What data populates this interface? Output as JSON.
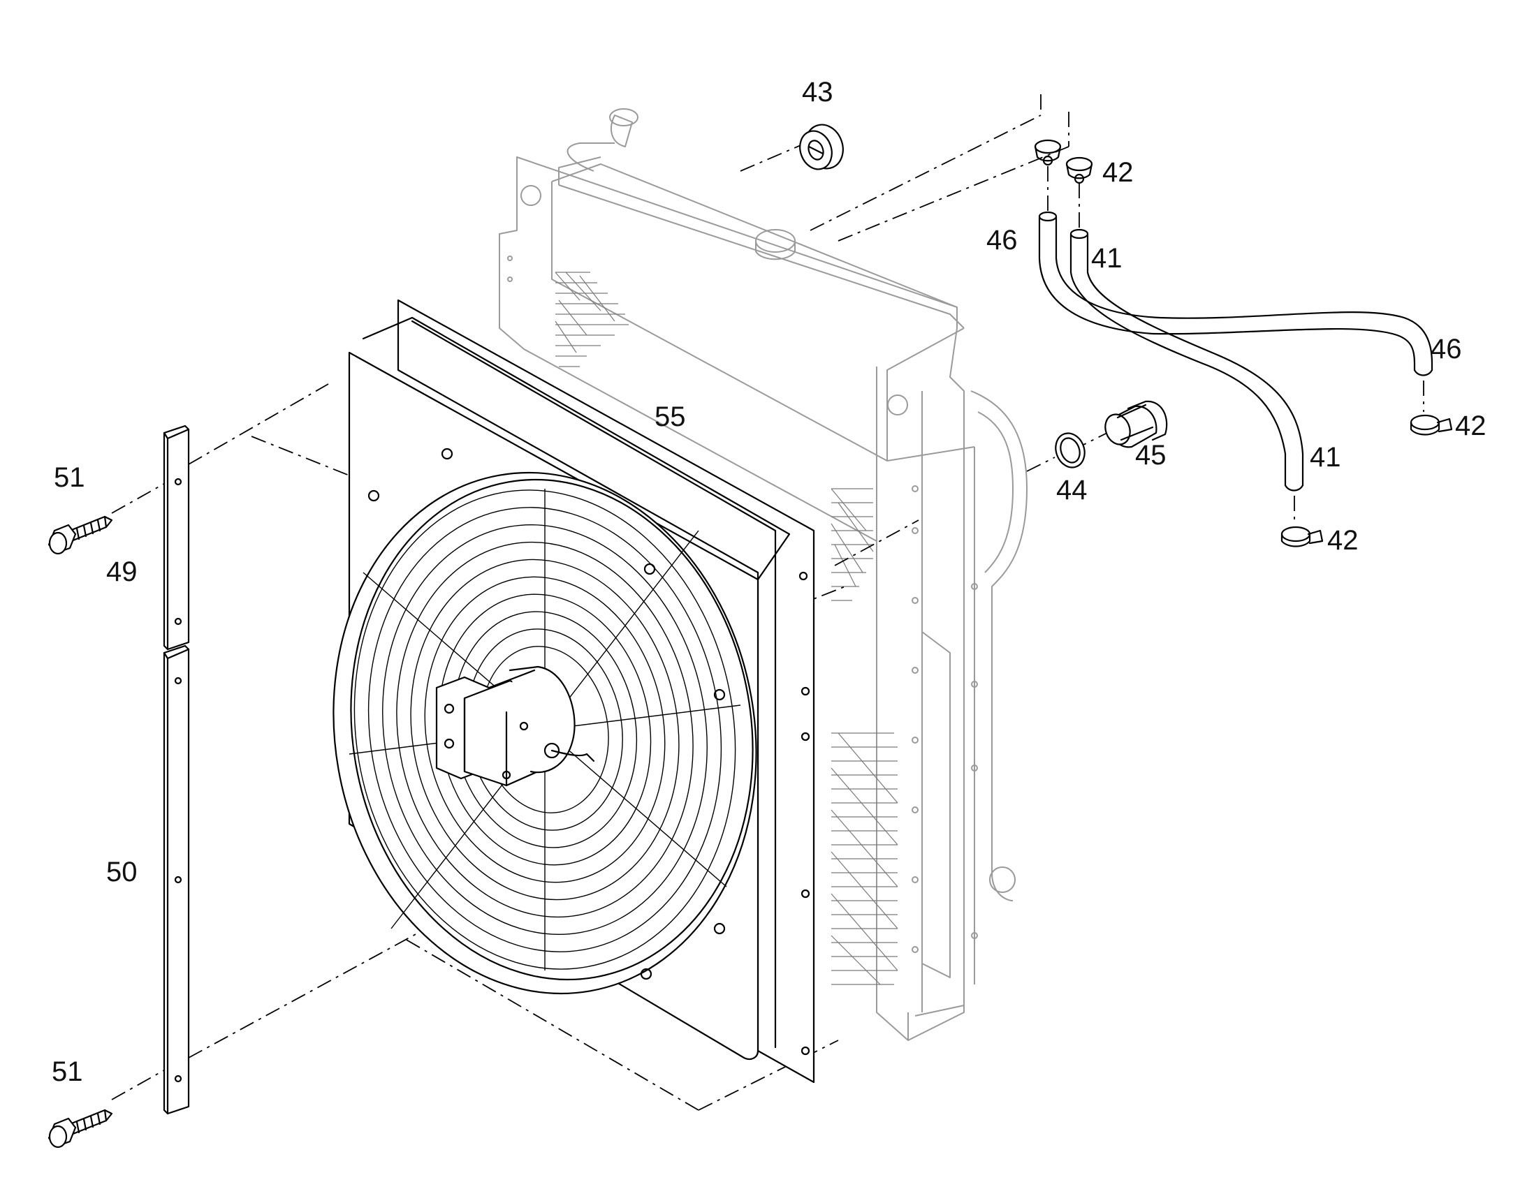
{
  "diagram": {
    "callouts": [
      {
        "id": "c43",
        "text": "43"
      },
      {
        "id": "c42a",
        "text": "42"
      },
      {
        "id": "c46a",
        "text": "46"
      },
      {
        "id": "c41a",
        "text": "41"
      },
      {
        "id": "c46b",
        "text": "46"
      },
      {
        "id": "c42b",
        "text": "42"
      },
      {
        "id": "c55",
        "text": "55"
      },
      {
        "id": "c45",
        "text": "45"
      },
      {
        "id": "c44",
        "text": "44"
      },
      {
        "id": "c41b",
        "text": "41"
      },
      {
        "id": "c42c",
        "text": "42"
      },
      {
        "id": "c51a",
        "text": "51"
      },
      {
        "id": "c49",
        "text": "49"
      },
      {
        "id": "c50",
        "text": "50"
      },
      {
        "id": "c51b",
        "text": "51"
      }
    ]
  }
}
